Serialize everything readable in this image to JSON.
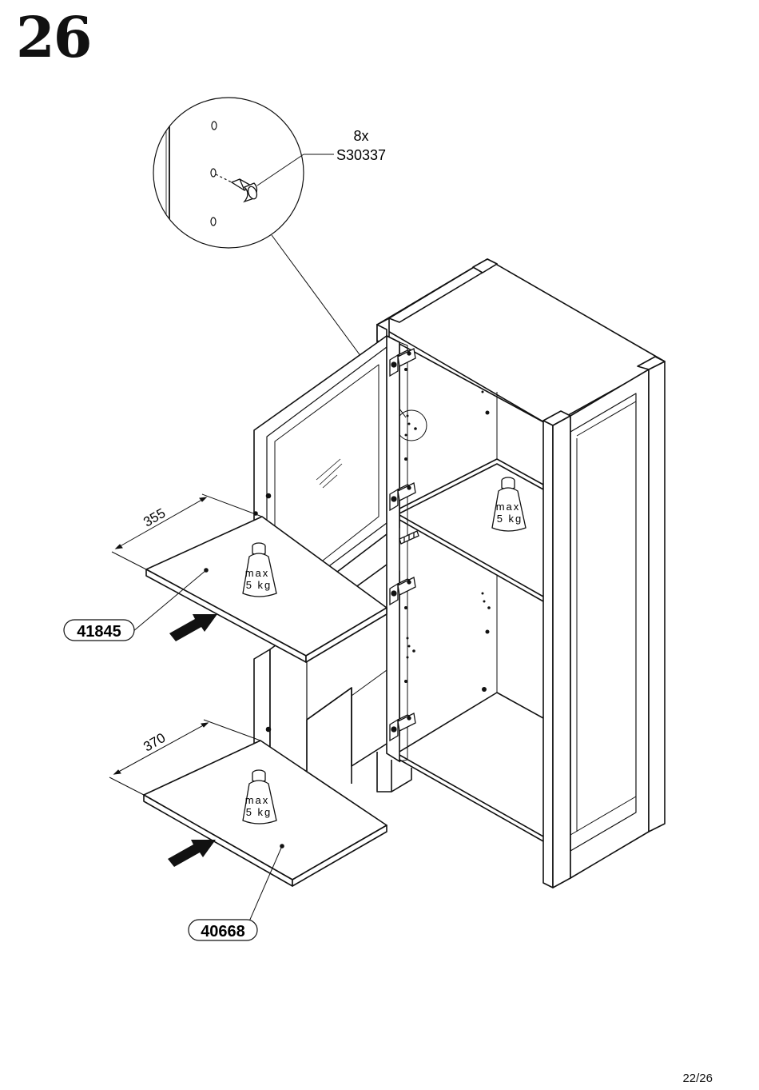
{
  "step": {
    "number": "26"
  },
  "detail": {
    "quantity": "8x",
    "part_code": "S30337"
  },
  "shelves": [
    {
      "part_number": "41845",
      "dimension": "355",
      "weight_max": "max",
      "weight_value": "5 kg"
    },
    {
      "part_number": "40668",
      "dimension": "370",
      "weight_max": "max",
      "weight_value": "5 kg"
    }
  ],
  "cabinet_weight": {
    "max": "max",
    "value": "5 kg"
  },
  "footer": {
    "page": "22/26"
  }
}
